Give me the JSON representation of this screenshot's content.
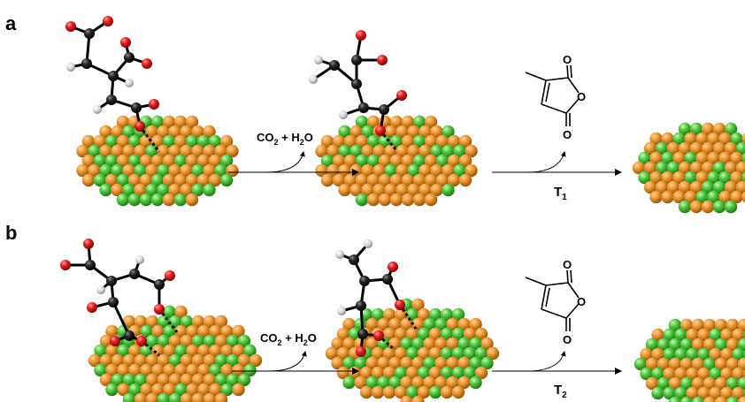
{
  "panels": [
    {
      "label": "a",
      "byproduct": {
        "co2": "CO",
        "co2_sub": "2",
        "plus": " + H",
        "h2o_sub": "2",
        "h2o_end": "O"
      },
      "temperature": {
        "symbol": "T",
        "sub": "1"
      },
      "atom_label": "O"
    },
    {
      "label": "b",
      "byproduct": {
        "co2": "CO",
        "co2_sub": "2",
        "plus": " + H",
        "h2o_sub": "2",
        "h2o_end": "O"
      },
      "temperature": {
        "symbol": "T",
        "sub": "2"
      },
      "atom_label": "O"
    }
  ],
  "colors": {
    "carbon": "#1a1a1a",
    "oxygen": "#e01e1e",
    "hydrogen": "#d9d9d9",
    "surface_orange": "#e8891c",
    "surface_green": "#49c13d",
    "arrow": "#000000"
  }
}
